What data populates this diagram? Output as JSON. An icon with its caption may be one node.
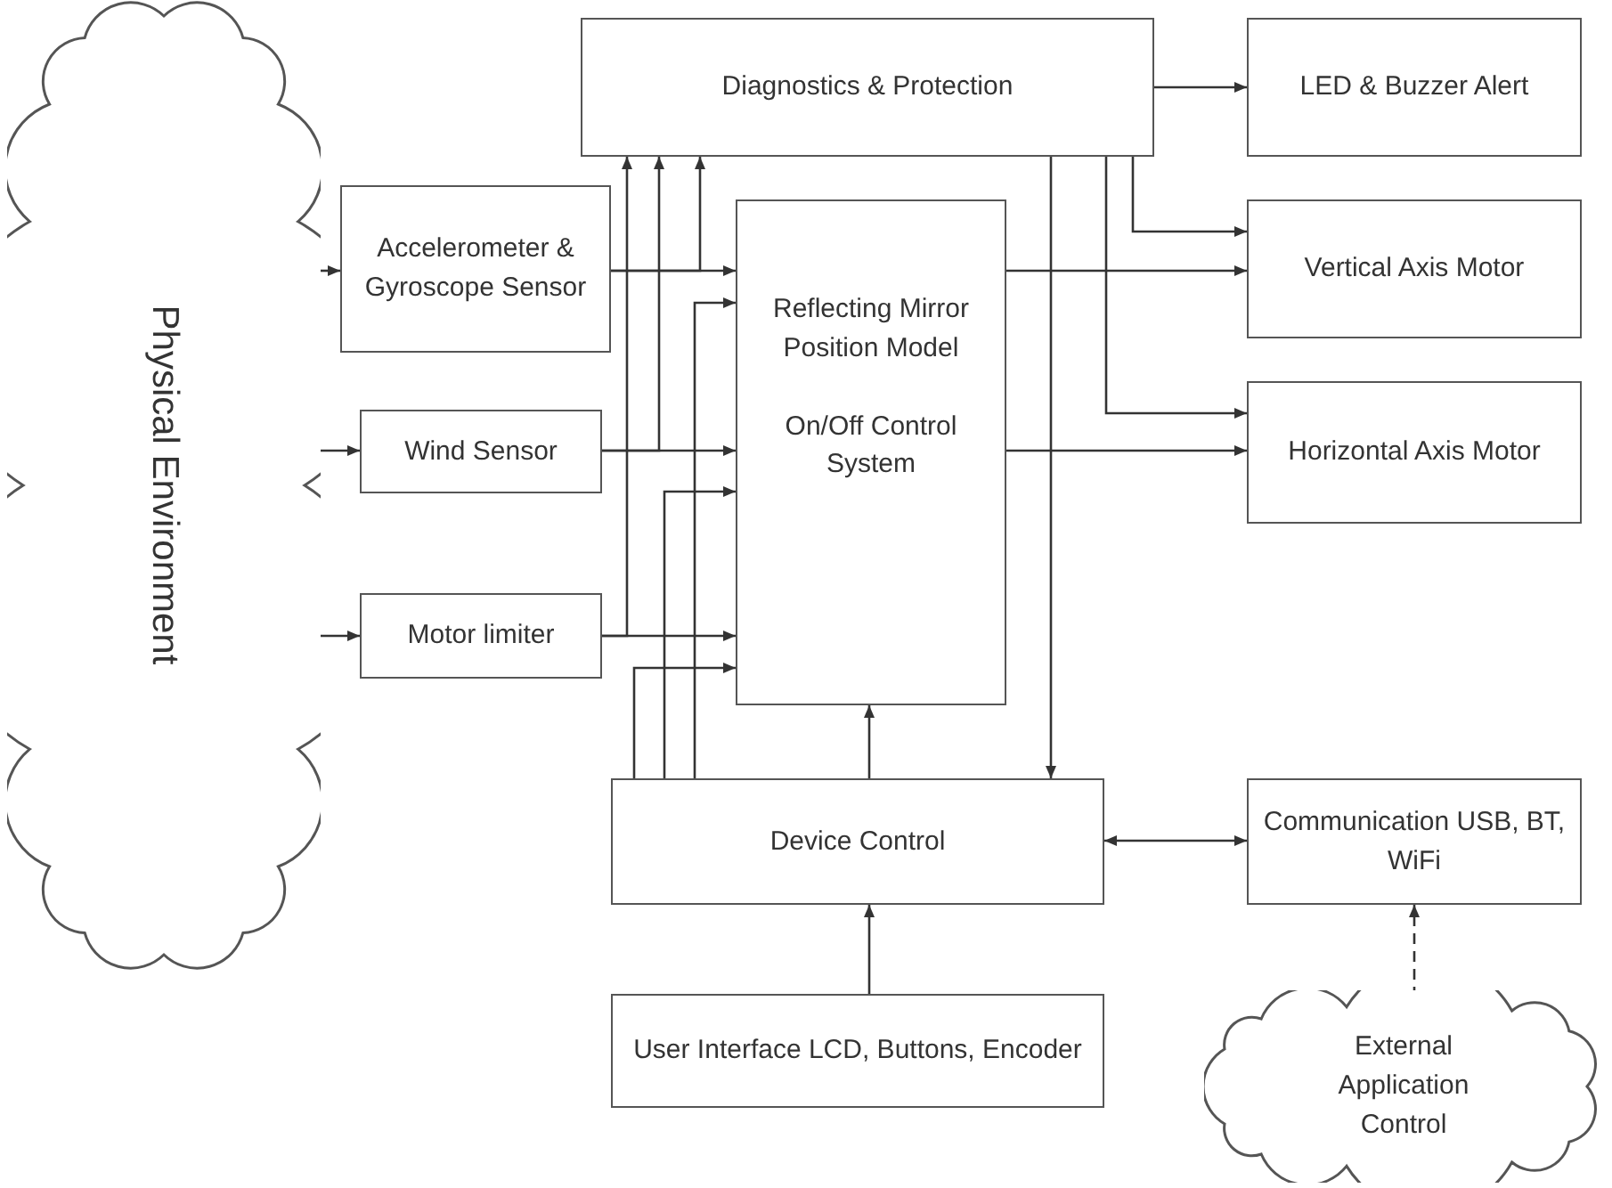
{
  "diagram": {
    "nodes": [
      {
        "text": [
          "Physical Environment"
        ]
      },
      {
        "text": [
          "Diagnostics & Protection"
        ]
      },
      {
        "text": [
          "LED & Buzzer Alert"
        ]
      },
      {
        "text": [
          "Accelerometer & Gyroscope Sensor"
        ]
      },
      {
        "text": [
          "Vertical Axis Motor"
        ]
      },
      {
        "text": [
          "Reflecting Mirror Position Model",
          "On/Off Control System"
        ]
      },
      {
        "text": [
          "Wind Sensor"
        ]
      },
      {
        "text": [
          "Horizontal Axis Motor"
        ]
      },
      {
        "text": [
          "Motor limiter"
        ]
      },
      {
        "text": [
          "Device Control"
        ]
      },
      {
        "text": [
          "Communication USB, BT, WiFi"
        ]
      },
      {
        "text": [
          "User Interface LCD, Buttons, Encoder"
        ]
      },
      {
        "text": [
          "External Application Control"
        ]
      }
    ],
    "edges": [
      {
        "from": 0,
        "to": 3,
        "arrow": "to"
      },
      {
        "from": 0,
        "to": 6,
        "arrow": "to"
      },
      {
        "from": 0,
        "to": 8,
        "arrow": "to"
      },
      {
        "from": 3,
        "to": 5,
        "arrow": "to"
      },
      {
        "from": 3,
        "to": 1,
        "arrow": "to"
      },
      {
        "from": 6,
        "to": 5,
        "arrow": "to"
      },
      {
        "from": 6,
        "to": 1,
        "arrow": "to"
      },
      {
        "from": 8,
        "to": 5,
        "arrow": "to"
      },
      {
        "from": 8,
        "to": 1,
        "arrow": "to"
      },
      {
        "from": 9,
        "to": 5,
        "arrow": "to"
      },
      {
        "from": 9,
        "to": 5,
        "arrow": "to"
      },
      {
        "from": 9,
        "to": 5,
        "arrow": "to"
      },
      {
        "from": 9,
        "to": 5,
        "arrow": "to"
      },
      {
        "from": 1,
        "to": 9,
        "arrow": "to"
      },
      {
        "from": 1,
        "to": 4,
        "arrow": "to"
      },
      {
        "from": 1,
        "to": 7,
        "arrow": "to"
      },
      {
        "from": 5,
        "to": 4,
        "arrow": "to"
      },
      {
        "from": 5,
        "to": 7,
        "arrow": "to"
      },
      {
        "from": 1,
        "to": 2,
        "arrow": "to"
      },
      {
        "from": 9,
        "to": 10,
        "arrow": "both"
      },
      {
        "from": 12,
        "to": 10,
        "arrow": "to",
        "style": "dashed"
      },
      {
        "from": 11,
        "to": 9,
        "arrow": "to"
      }
    ]
  }
}
